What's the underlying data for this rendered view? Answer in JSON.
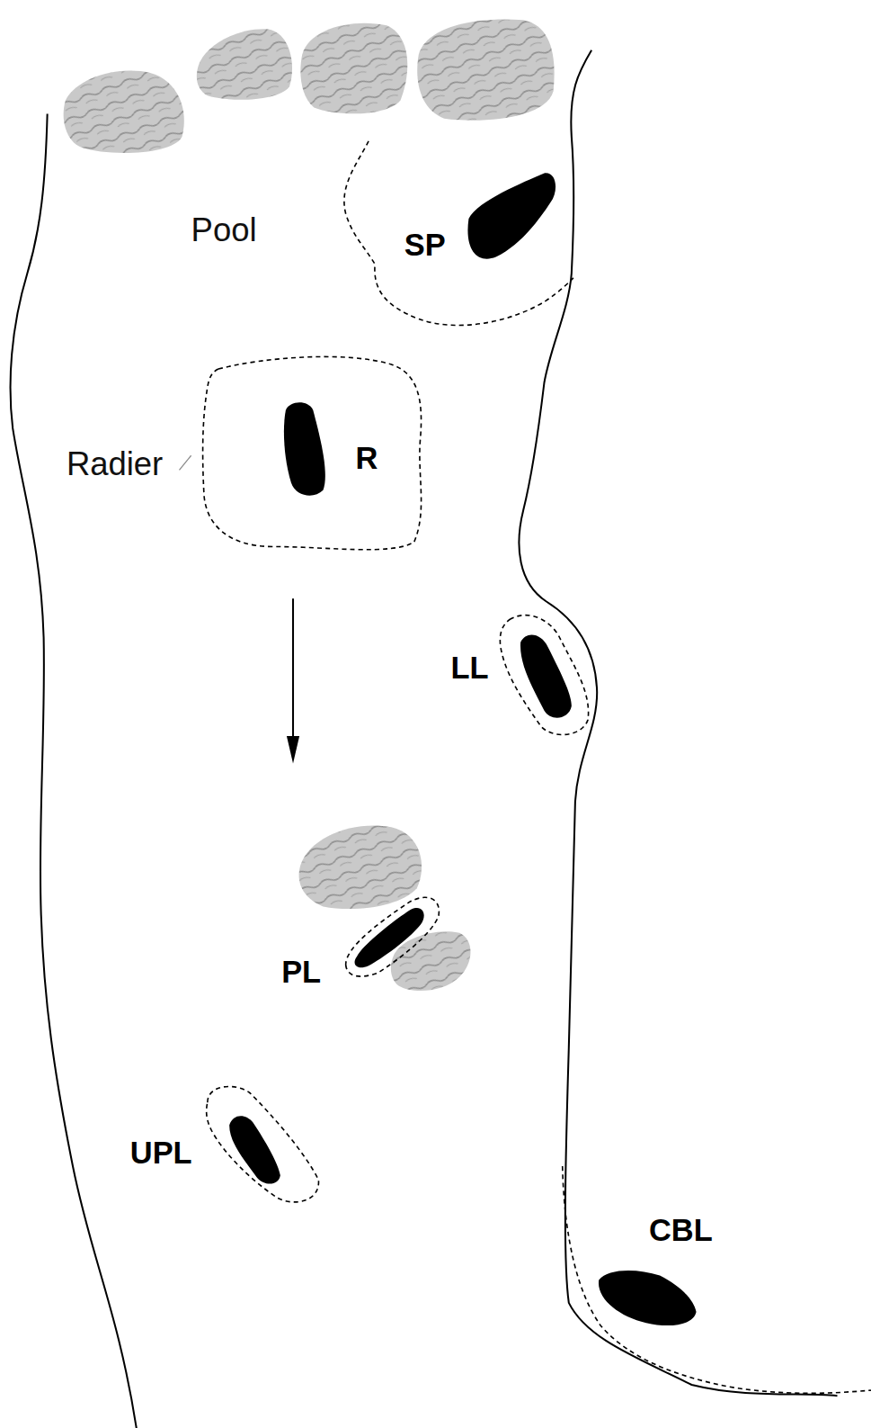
{
  "diagram": {
    "nodes": [
      {
        "text": [
          "SP"
        ]
      },
      {
        "text": [
          "R"
        ]
      },
      {
        "text": [
          "LL"
        ]
      },
      {
        "text": [
          "PL"
        ]
      },
      {
        "text": [
          "UPL"
        ]
      },
      {
        "text": [
          "CBL"
        ]
      }
    ],
    "labels": [
      "Pool",
      "Radier"
    ]
  }
}
